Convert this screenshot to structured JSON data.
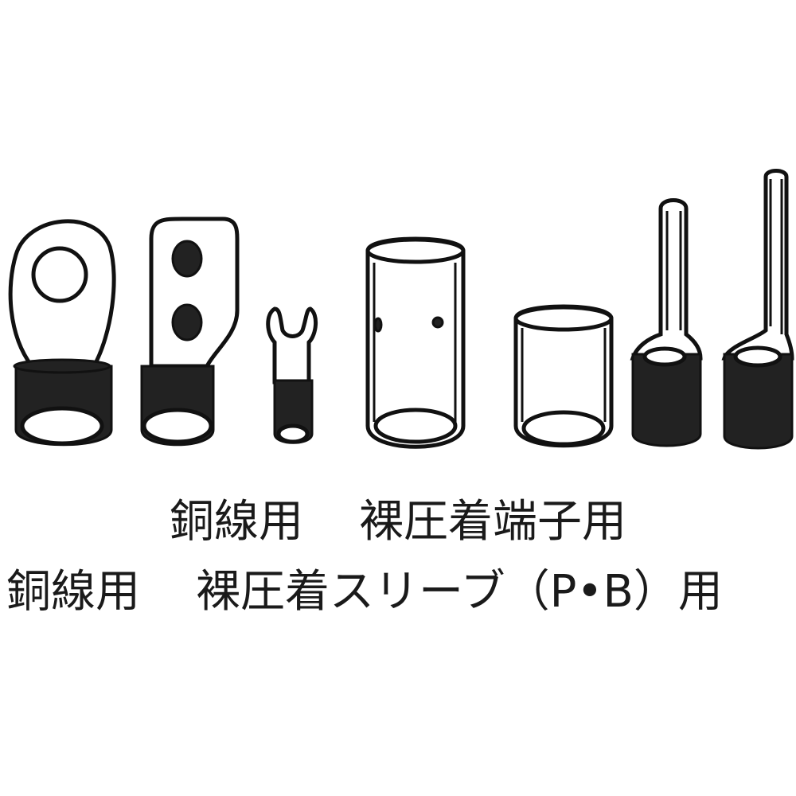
{
  "caption": {
    "line1_prefix": "銅線用",
    "line1_product": "裸圧着端子用",
    "line2_prefix": "銅線用",
    "line2_product": "裸圧着スリーブ（P•B）用"
  },
  "illustrations": [
    "ring-terminal",
    "flag-terminal-two-hole",
    "spade-terminal",
    "long-sleeve",
    "short-sleeve",
    "pin-terminal",
    "pin-terminal-long"
  ],
  "colors": {
    "ink": "#111111",
    "background": "#ffffff"
  }
}
